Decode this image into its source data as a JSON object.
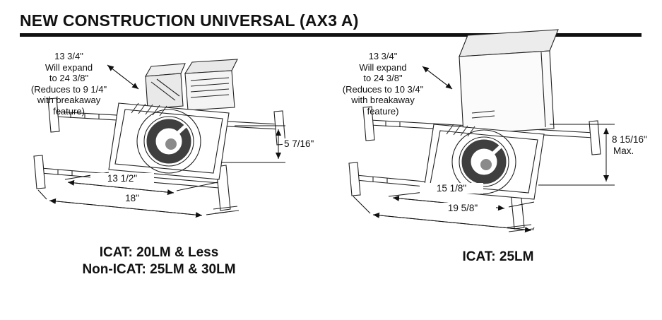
{
  "title": "NEW CONSTRUCTION UNIVERSAL (AX3 A)",
  "figures": {
    "left": {
      "expand_note": [
        "13 3/4\"",
        "Will expand",
        "to 24 3/8\"",
        "(Reduces to 9 1/4\"",
        "with breakaway",
        "feature)"
      ],
      "height_dim": "5 7/16\"",
      "pan_width_dim": "13 1/2\"",
      "bar_width_dim": "18\"",
      "caption": [
        "ICAT: 20LM & Less",
        "Non-ICAT: 25LM & 30LM"
      ]
    },
    "right": {
      "expand_note": [
        "13 3/4\"",
        "Will expand",
        "to 24 3/8\"",
        "(Reduces to 10 3/4\"",
        "with breakaway",
        "feature)"
      ],
      "height_dim": "8 15/16\"",
      "height_dim_suffix": "Max.",
      "pan_width_dim": "15 1/8\"",
      "bar_width_dim": "19 5/8\"",
      "caption": [
        "ICAT: 25LM"
      ]
    }
  }
}
